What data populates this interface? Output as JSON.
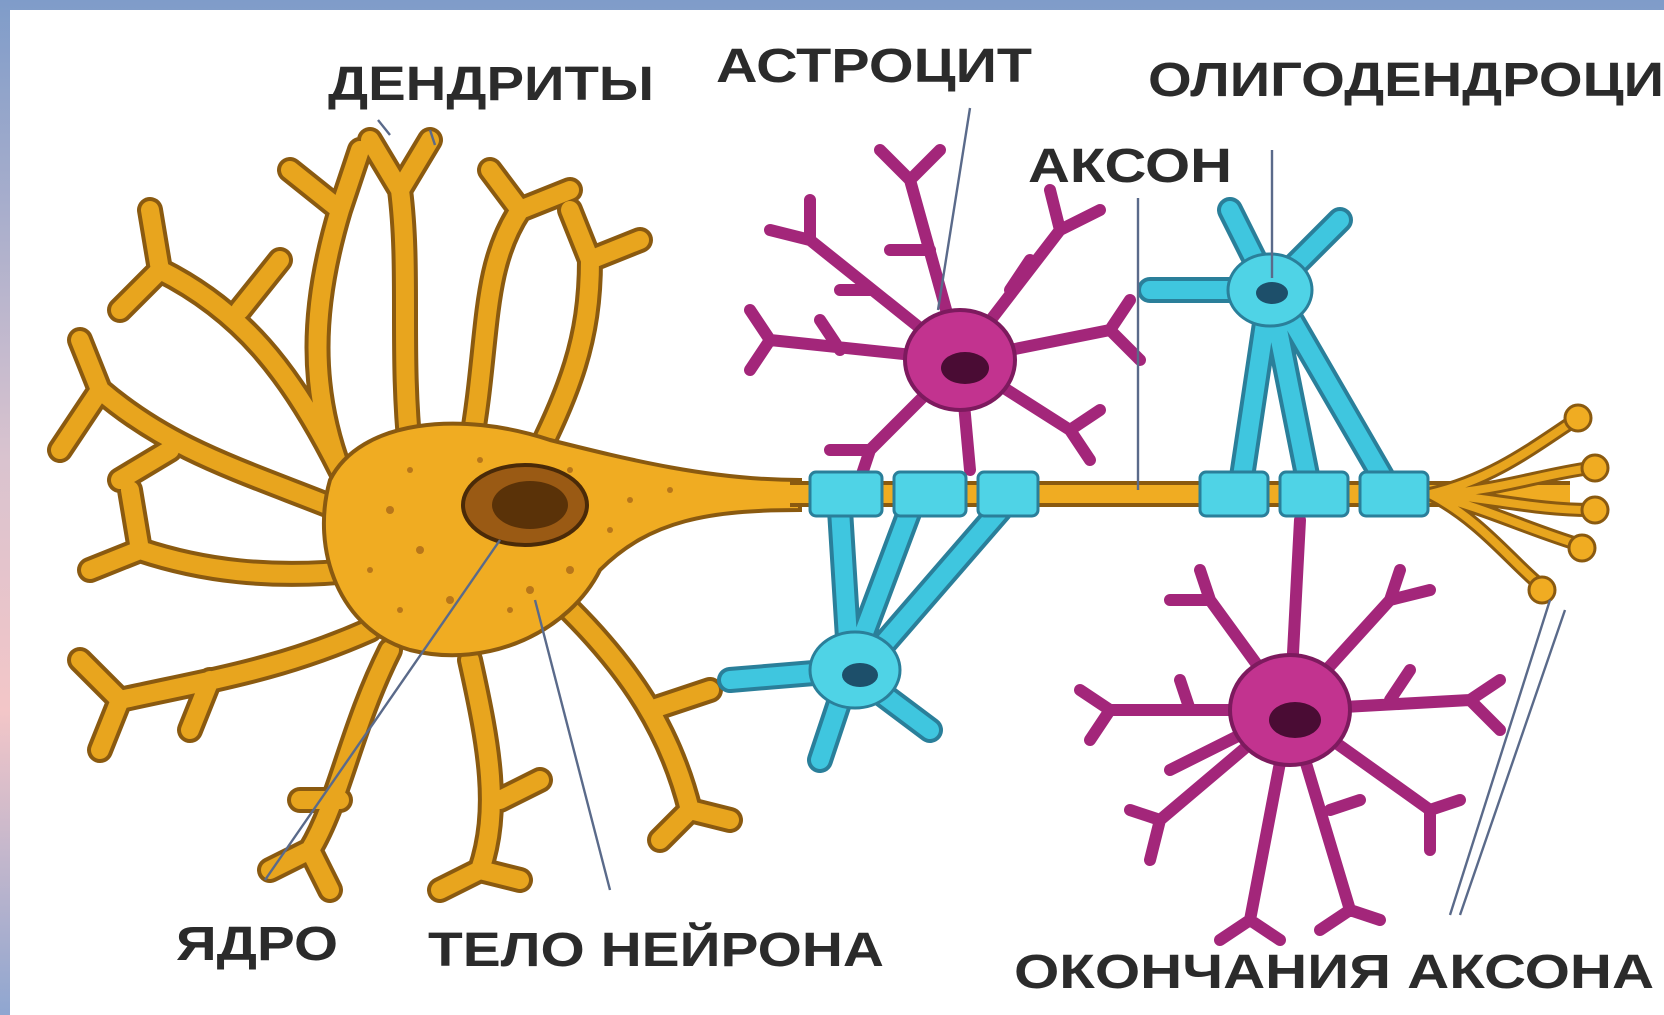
{
  "labels": {
    "dendrites": "ДЕНДРИТЫ",
    "astrocyte": "АСТРОЦИТ",
    "oligodendrocyte": "ОЛИГОДЕНДРОЦИ",
    "axon": "АКСОН",
    "nucleus": "ЯДРО",
    "neuron_body": "ТЕЛО НЕЙРОНА",
    "axon_terminals": "ОКОНЧАНИЯ АКСОНА"
  },
  "colors": {
    "neuron": "#e8a51e",
    "astrocyte": "#a3267a",
    "oligodendrocyte": "#3fc6df",
    "myelin": "#4fd3e6",
    "frame": "#7f9cc9"
  }
}
